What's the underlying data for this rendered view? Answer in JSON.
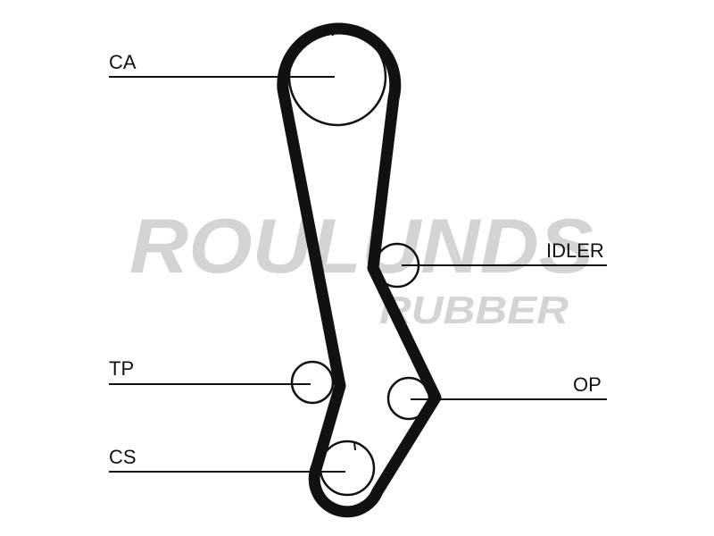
{
  "diagram": {
    "labels": {
      "ca": "CA",
      "idler": "IDLER",
      "tp": "TP",
      "op": "OP",
      "cs": "CS"
    },
    "watermark": {
      "line1": "ROULUNDS",
      "line2": "RUBBER"
    },
    "colors": {
      "belt": "#111111",
      "watermark": "#d4d4d4",
      "background": "#ffffff"
    }
  }
}
